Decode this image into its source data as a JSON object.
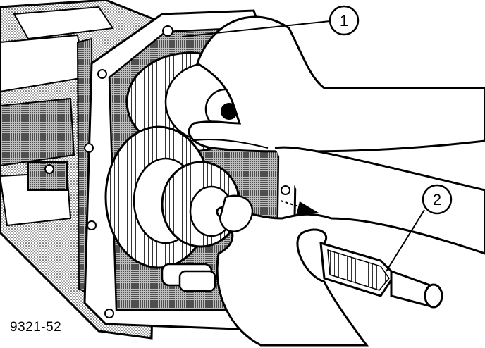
{
  "figure": {
    "id_label": "9321-52",
    "callouts": [
      {
        "number": "1"
      },
      {
        "number": "2"
      }
    ]
  },
  "colors": {
    "ink": "#000000",
    "paper": "#ffffff",
    "shading": "#9a9a9a"
  },
  "icons": {
    "direction_arrow": "right-arrow-icon"
  }
}
